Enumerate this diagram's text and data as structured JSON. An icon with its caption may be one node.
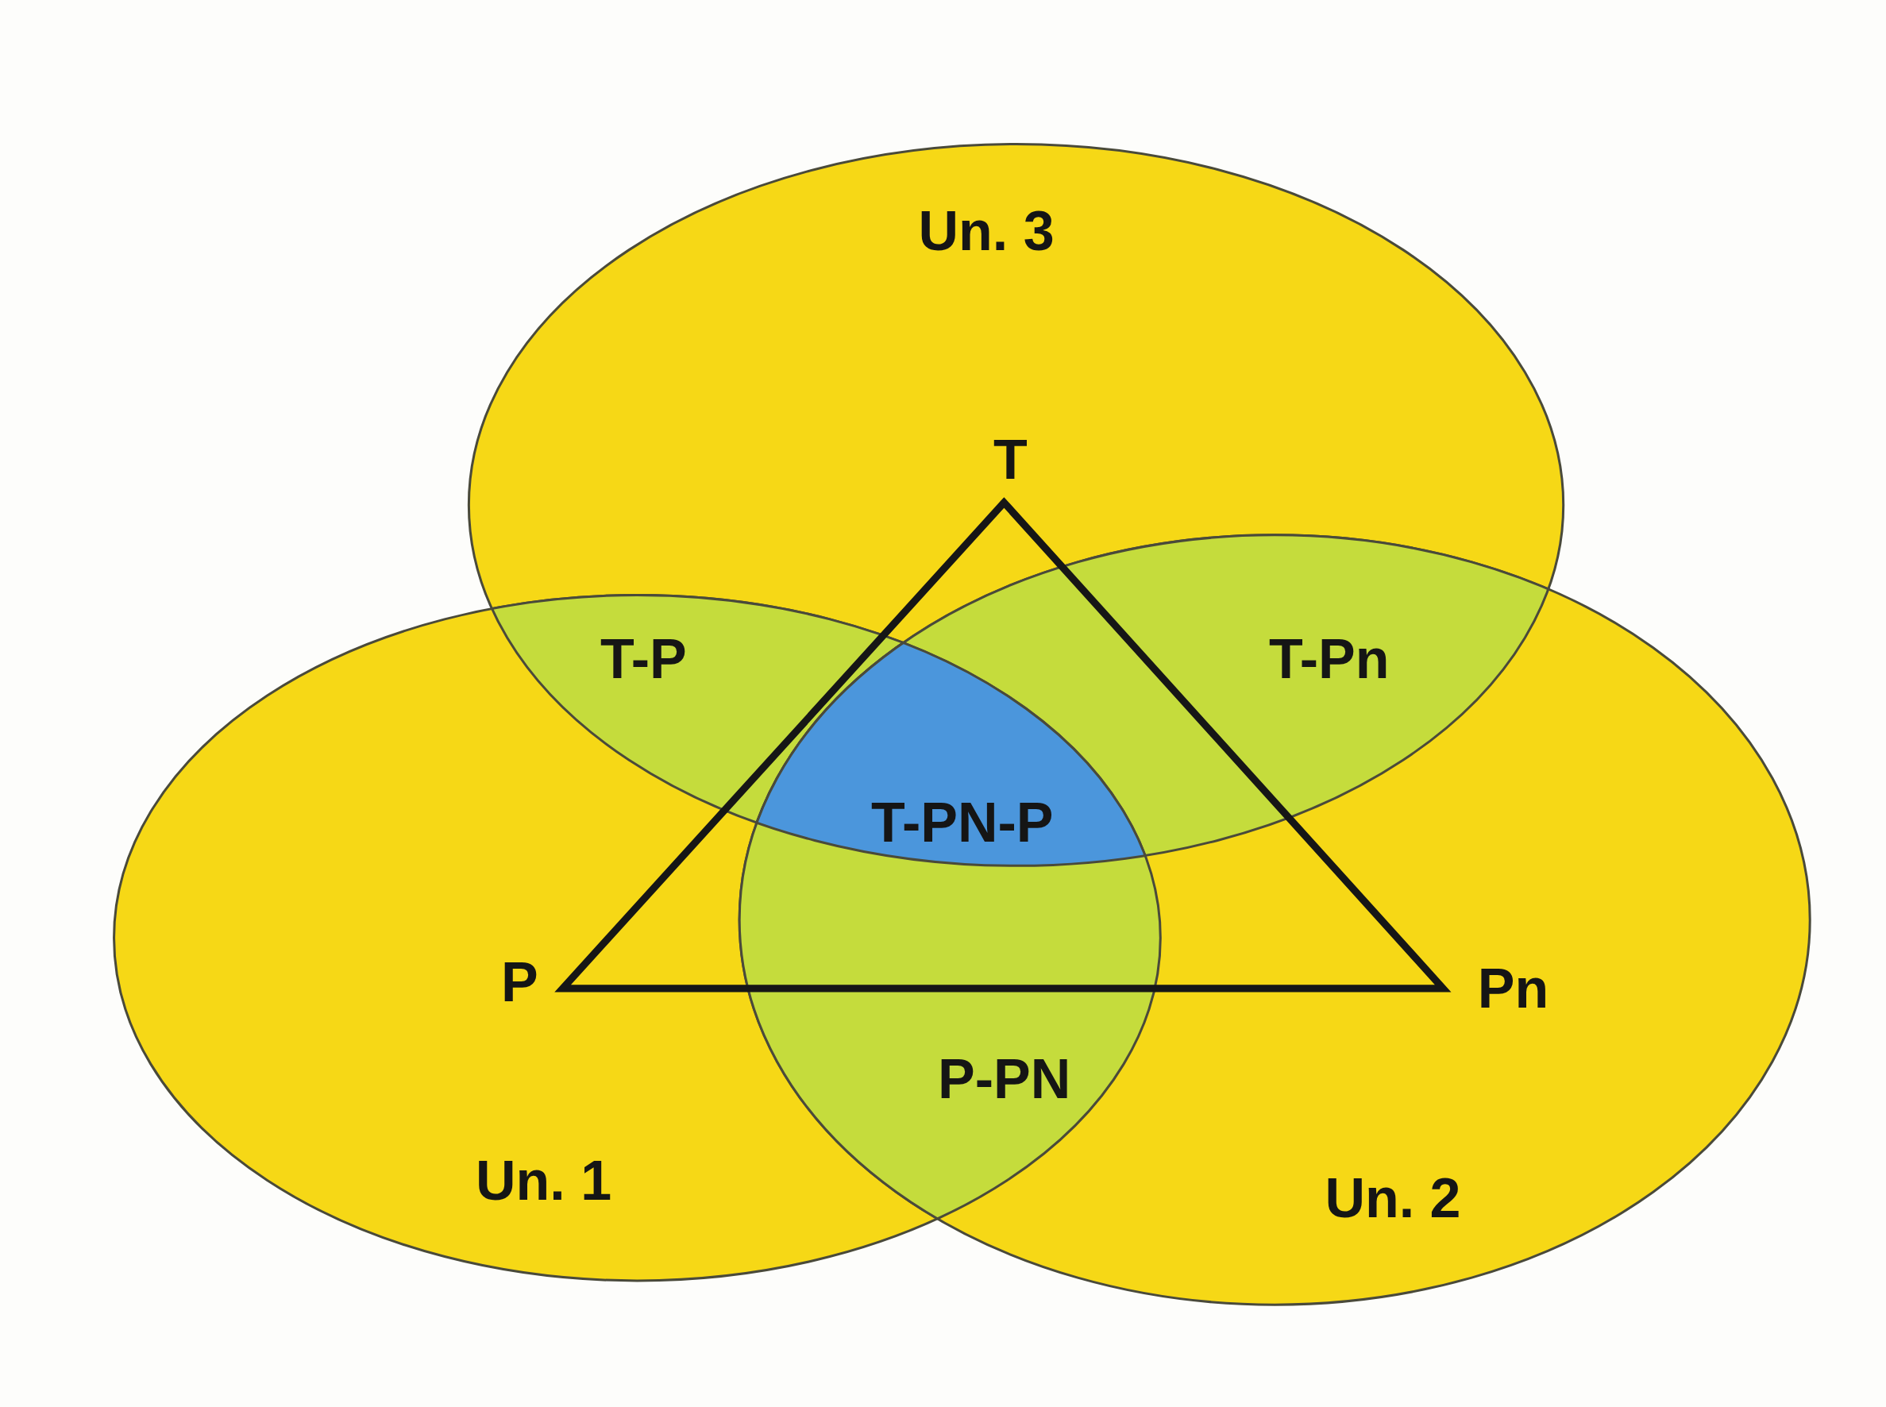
{
  "diagram": {
    "labels": [
      "Un. 3",
      "T",
      "T-P",
      "T-Pn",
      "T-PN-P",
      "P",
      "Pn",
      "P-PN",
      "Un. 1",
      "Un. 2"
    ]
  }
}
